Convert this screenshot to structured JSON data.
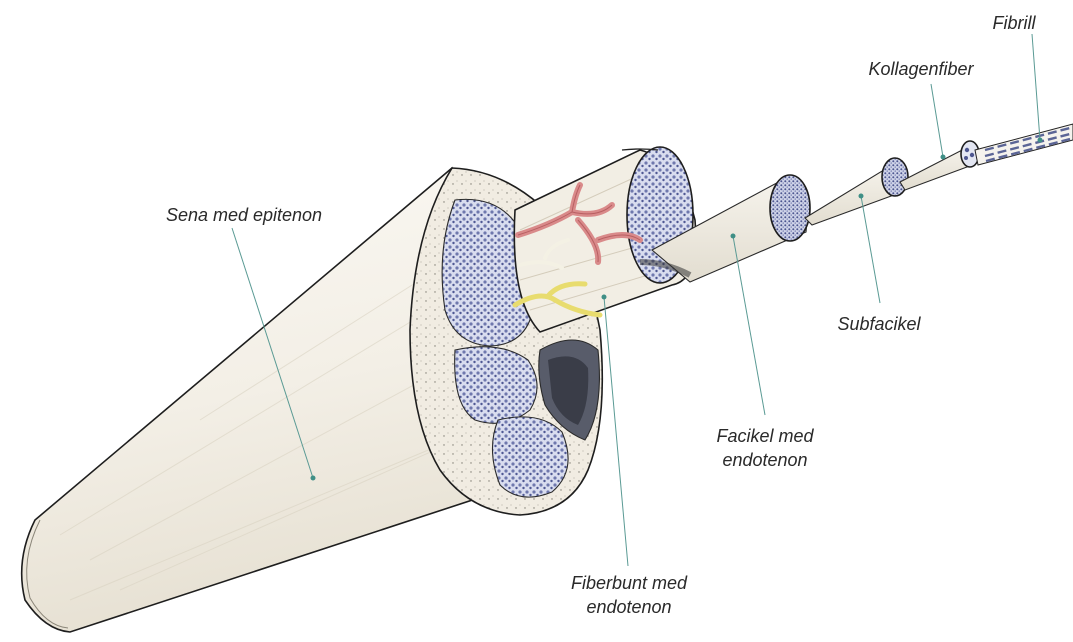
{
  "labels": {
    "fibrill": "Fibrill",
    "kollagenfiber": "Kollagenfiber",
    "sena": "Sena med epitenon",
    "subfacikel": "Subfacikel",
    "facikel_line1": "Facikel med",
    "facikel_line2": "endotenon",
    "fiberbunt_line1": "Fiberbunt med",
    "fiberbunt_line2": "endotenon"
  },
  "colors": {
    "tendon_body": "#f6f3ec",
    "epitenon_stipple": "#f1ece2",
    "fascicle_blue": "#6f78ad",
    "fascicle_bg": "#d9ddef",
    "dark_core": "#585c6a",
    "blood_vessel": "#d98a8a",
    "nerve": "#e8dc6e",
    "leader_line": "#5a9a94"
  }
}
